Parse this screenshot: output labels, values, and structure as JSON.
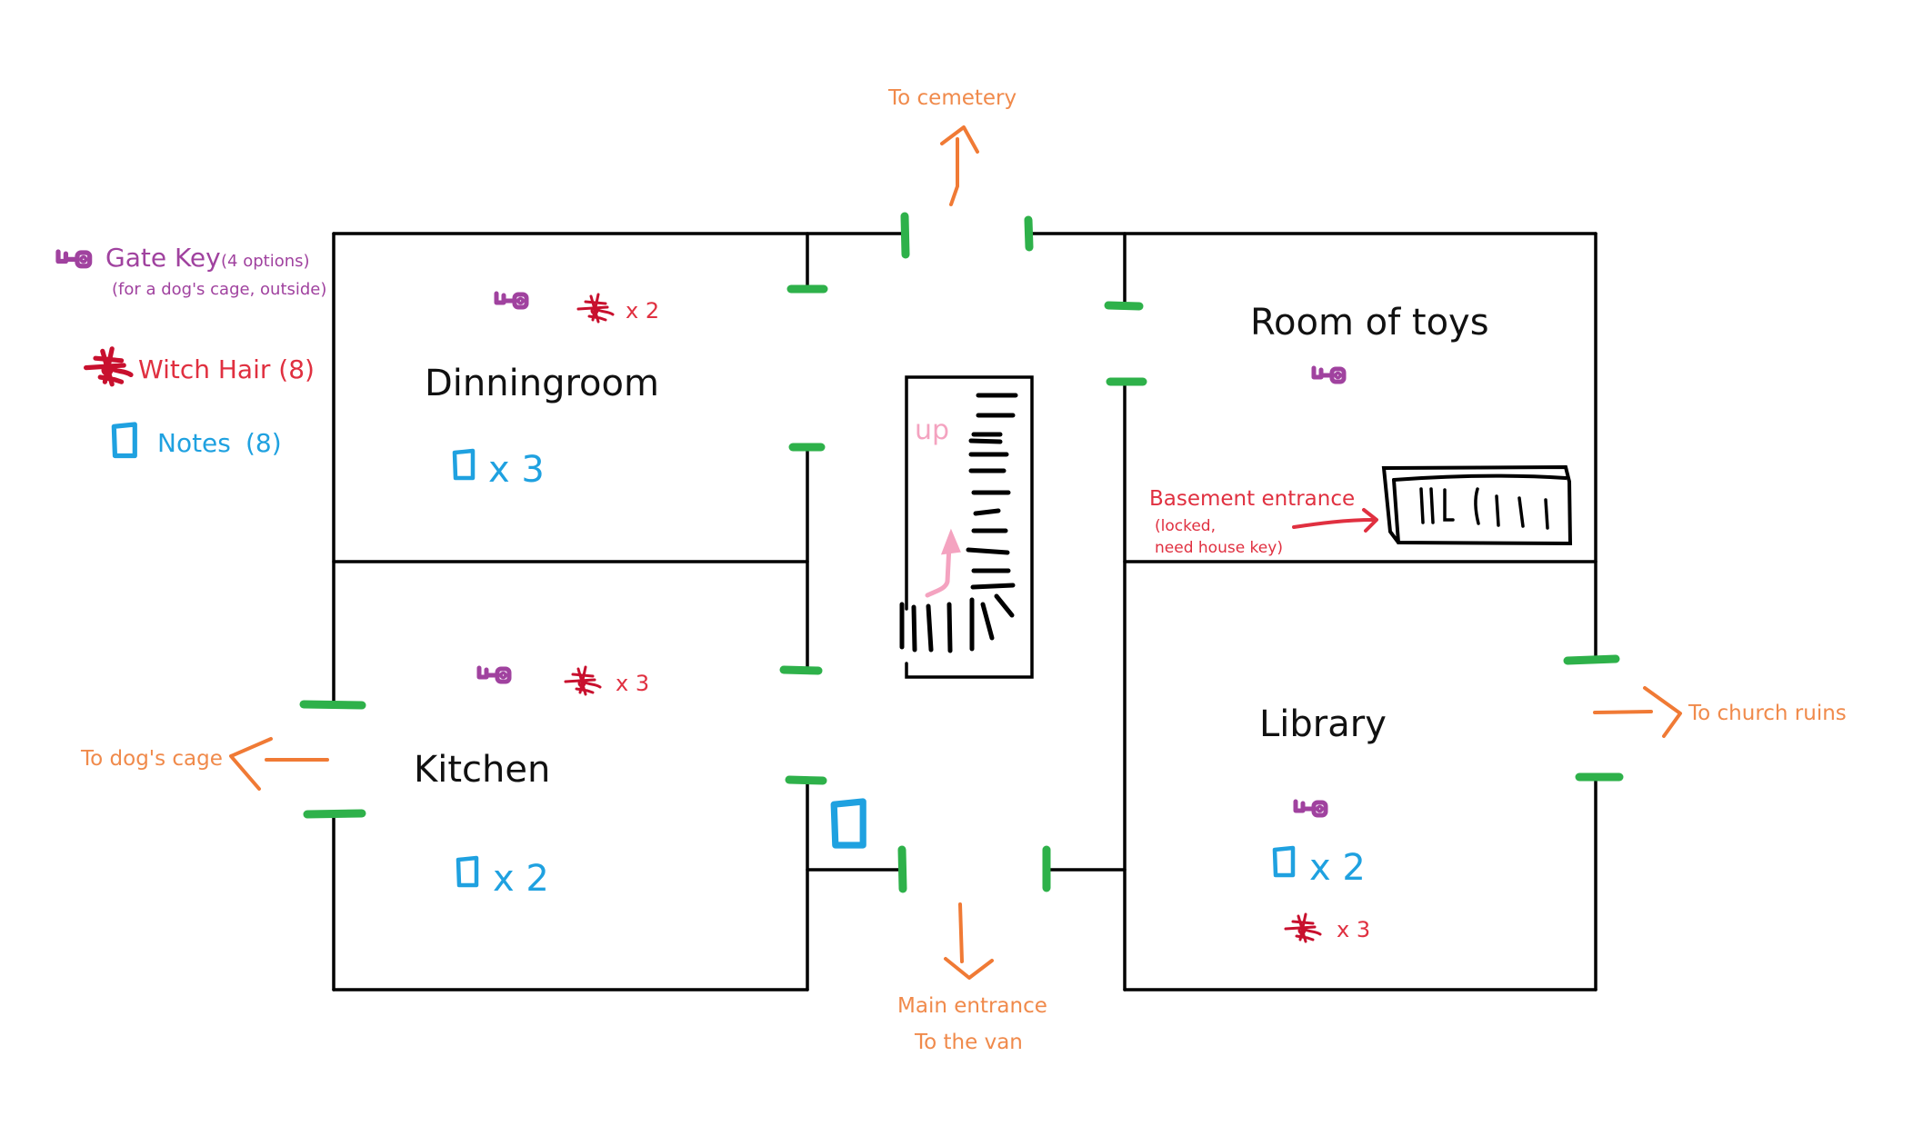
{
  "legend": {
    "gate_key": {
      "label": "Gate Key",
      "qualifier": "(4 options)",
      "note": "(for a dog's cage, outside)",
      "icon": "key-icon",
      "color": "#a0429f"
    },
    "witch_hair": {
      "label": "Witch Hair (8)",
      "icon": "witch-hair-icon",
      "color": "#e03040"
    },
    "notes": {
      "label": "Notes",
      "count": "(8)",
      "icon": "note-icon",
      "color": "#1fa1e0"
    }
  },
  "rooms": {
    "dining": {
      "name": "Dinningroom",
      "witch_hair_count": "x 2",
      "notes_count": "x 3",
      "has_key": true
    },
    "kitchen": {
      "name": "Kitchen",
      "witch_hair_count": "x 3",
      "notes_count": "x 2",
      "has_key": true
    },
    "toys": {
      "name": "Room of toys",
      "has_key": true
    },
    "library": {
      "name": "Library",
      "witch_hair_count": "x 3",
      "notes_count": "x 2",
      "has_key": true
    },
    "hall": {
      "notes_count": 1
    }
  },
  "stairs": {
    "label": "up"
  },
  "basement": {
    "title": "Basement entrance",
    "line1": "(locked,",
    "line2": "need house key)"
  },
  "exits": {
    "north": "To cemetery",
    "west": "To dog's cage",
    "east": "To church ruins",
    "south_line1": "Main entrance",
    "south_line2": "To the van"
  },
  "colors": {
    "wall": "#000000",
    "door": "#2eb14a",
    "exit": "#f08a4b",
    "key": "#a0429f",
    "witch_hair": "#e03040",
    "note": "#1fa1e0",
    "stairs_arrow": "#f4a3c0"
  }
}
